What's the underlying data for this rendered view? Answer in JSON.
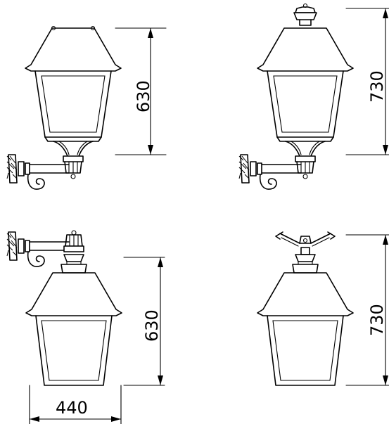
{
  "views": [
    {
      "name": "wall-mounted-upright",
      "dimension": "630"
    },
    {
      "name": "wall-mounted-upright-with-finial",
      "dimension": "730"
    },
    {
      "name": "wall-mounted-suspended",
      "dimension": "630",
      "width_dimension": "440"
    },
    {
      "name": "catenary-suspended",
      "dimension": "730"
    }
  ]
}
